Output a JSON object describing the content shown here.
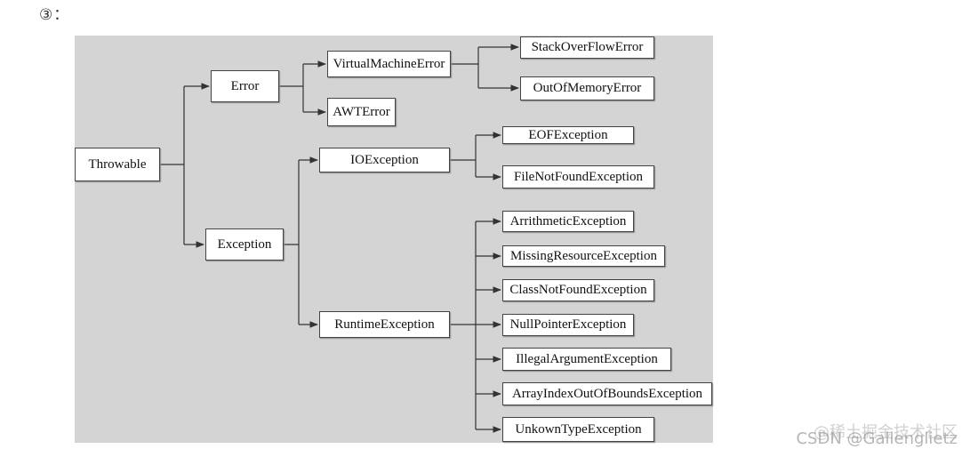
{
  "marker": "③：",
  "diagram": {
    "nodes": {
      "throwable": "Throwable",
      "error": "Error",
      "exception": "Exception",
      "virtual_machine_error": "VirtualMachineError",
      "awt_error": "AWTError",
      "stack_overflow_error": "StackOverFlowError",
      "out_of_memory_error": "OutOfMemoryError",
      "io_exception": "IOException",
      "eof_exception": "EOFException",
      "file_not_found_exception": "FileNotFoundException",
      "runtime_exception": "RuntimeException",
      "arithmetic_exception": "ArrithmeticException",
      "missing_resource_exception": "MissingResourceException",
      "class_not_found_exception": "ClassNotFoundException",
      "null_pointer_exception": "NullPointerException",
      "illegal_argument_exception": "IllegalArgumentException",
      "array_index_out_of_bounds_exception": "ArrayIndexOutOfBoundsException",
      "unknown_type_exception": "UnkownTypeException"
    }
  },
  "watermark": {
    "text": "CSDN @Gallenglietz",
    "overlay": "@稀土掘金技术社区"
  }
}
